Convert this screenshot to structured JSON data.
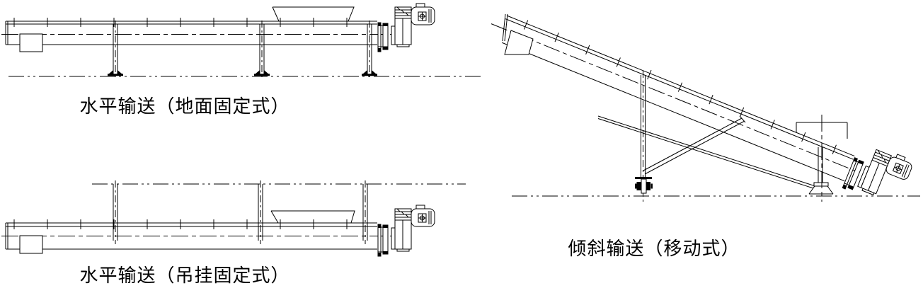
{
  "page": {
    "background": "#ffffff",
    "line_color": "#000000"
  },
  "figures": [
    {
      "id": "horizontal-ground-fixed",
      "caption": "水平输送（地面固定式）"
    },
    {
      "id": "horizontal-hanging-fixed",
      "caption": "水平输送（吊挂固定式）"
    },
    {
      "id": "inclined-mobile",
      "caption": "倾斜输送（移动式）"
    }
  ]
}
